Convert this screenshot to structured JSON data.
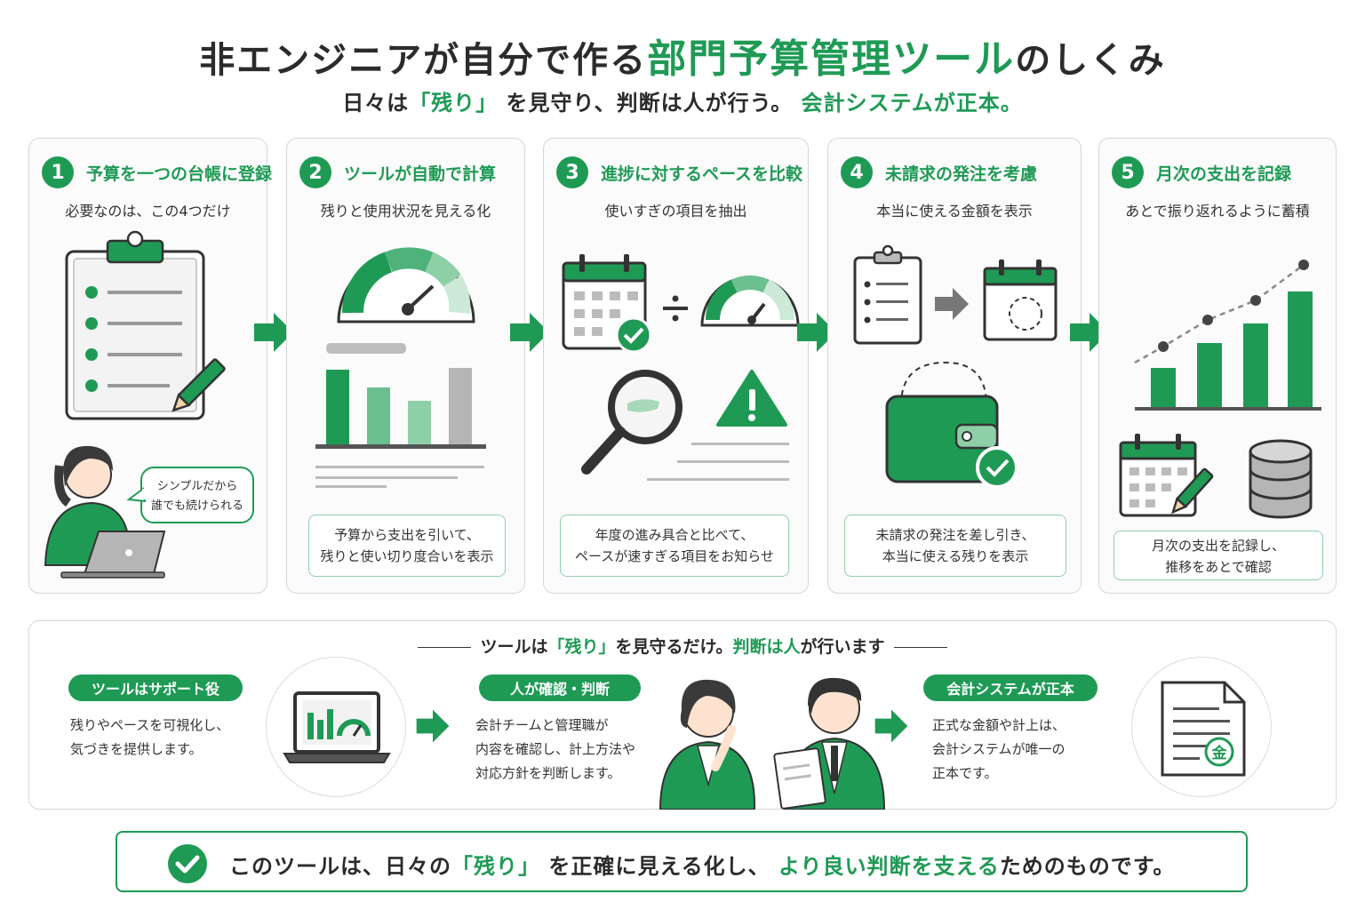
{
  "header": {
    "title_pre": "非エンジニアが自分で作る",
    "title_highlight": "部門予算管理ツール",
    "title_post": "のしくみ",
    "subtitle_pre": "日々は",
    "subtitle_quote": "「残り」",
    "subtitle_mid": "を見守り、判断は人が行う。",
    "subtitle_highlight": "会計システムが正本。"
  },
  "steps": [
    {
      "number": "1",
      "title": "予算を一つの台帳に登録",
      "subtitle": "必要なのは、この4つだけ",
      "bubble_line1": "シンプルだから",
      "bubble_line2": "誰でも続けられる"
    },
    {
      "number": "2",
      "title": "ツールが自動で計算",
      "subtitle": "残りと使用状況を見える化",
      "caption_line1": "予算から支出を引いて、",
      "caption_line2": "残りと使い切り度合いを表示"
    },
    {
      "number": "3",
      "title": "進捗に対するペースを比較",
      "subtitle": "使いすぎの項目を抽出",
      "caption_line1": "年度の進み具合と比べて、",
      "caption_line2": "ペースが速すぎる項目をお知らせ"
    },
    {
      "number": "4",
      "title": "未請求の発注を考慮",
      "subtitle": "本当に使える金額を表示",
      "caption_line1": "未請求の発注を差し引き、",
      "caption_line2": "本当に使える残りを表示"
    },
    {
      "number": "5",
      "title": "月次の支出を記録",
      "subtitle": "あとで振り返れるように蓄積",
      "caption_line1": "月次の支出を記録し、",
      "caption_line2": "推移をあとで確認"
    }
  ],
  "bottom": {
    "heading_pre": "ツールは",
    "heading_quote": "「残り」",
    "heading_mid": "を見守るだけ。",
    "heading_highlight": "判断は人",
    "heading_post": "が行います",
    "roles": [
      {
        "label": "ツールはサポート役",
        "text": "残りやペースを可視化し、\n気づきを提供します。"
      },
      {
        "label": "人が確認・判断",
        "text": "会計チームと管理職が\n内容を確認し、計上方法や\n対応方針を判断します。"
      },
      {
        "label": "会計システムが正本",
        "text": "正式な金額や計上は、\n会計システムが唯一の\n正本です。"
      }
    ],
    "doc_stamp": "金"
  },
  "footer": {
    "text_pre": "このツールは、日々の",
    "text_quote": "「残り」",
    "text_mid": "を正確に見える化し、",
    "text_highlight": "より良い判断を支える",
    "text_post": "ためのものです。"
  },
  "colors": {
    "accent": "#1f9a55",
    "accent_light": "#8fcfa8",
    "gray": "#a9a9a9",
    "text": "#2b2b2b"
  }
}
